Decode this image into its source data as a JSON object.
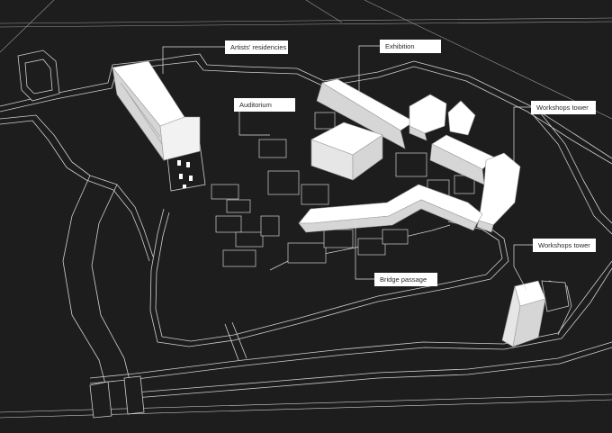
{
  "colors": {
    "background": "#1d1d1d",
    "linework": "#cfcfcf",
    "building_fill": "#ffffff",
    "building_shade": "#d6d6d6",
    "label_bg": "#ffffff",
    "label_text": "#2a2a2a"
  },
  "labels": {
    "artists_residencies": "Artists' residencies",
    "exhibition": "Exhibition",
    "auditorium": "Auditorium",
    "workshops_tower_1": "Workshops tower",
    "workshops_tower_2": "Workshops tower",
    "bridge_passage": "Bridge passage"
  }
}
